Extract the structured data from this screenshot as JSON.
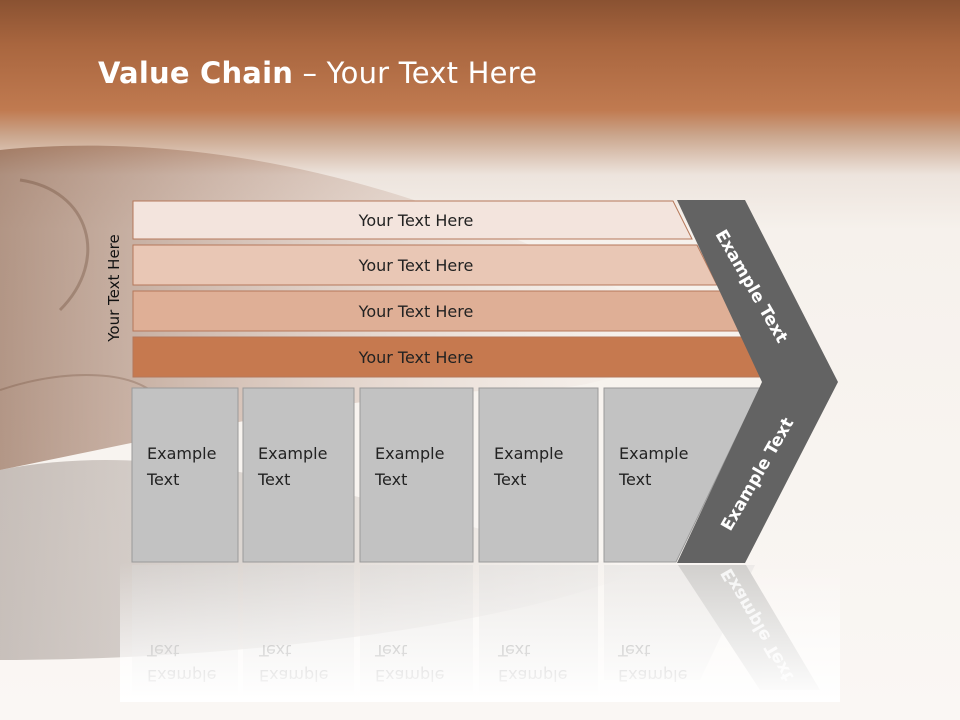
{
  "slide": {
    "title_bold": "Value Chain",
    "title_rest": " – Your Text Here",
    "side_label": "Your Text Here",
    "support_rows": [
      {
        "label": "Your Text Here",
        "color": "#f3e4dd"
      },
      {
        "label": "Your Text Here",
        "color": "#e9c7b5"
      },
      {
        "label": "Your Text Here",
        "color": "#dfaf96"
      },
      {
        "label": "Your Text Here",
        "color": "#c6794f"
      }
    ],
    "primary_boxes": [
      {
        "line1": "Example",
        "line2": "Text"
      },
      {
        "line1": "Example",
        "line2": "Text"
      },
      {
        "line1": "Example",
        "line2": "Text"
      },
      {
        "line1": "Example",
        "line2": "Text"
      },
      {
        "line1": "Example",
        "line2": "Text"
      }
    ],
    "margin_top_label": "Example Text",
    "margin_bottom_label": "Example Text",
    "colors": {
      "box_fill": "#c2c2c2",
      "arrow_fill": "#636363",
      "title_text": "#ffffff"
    }
  }
}
